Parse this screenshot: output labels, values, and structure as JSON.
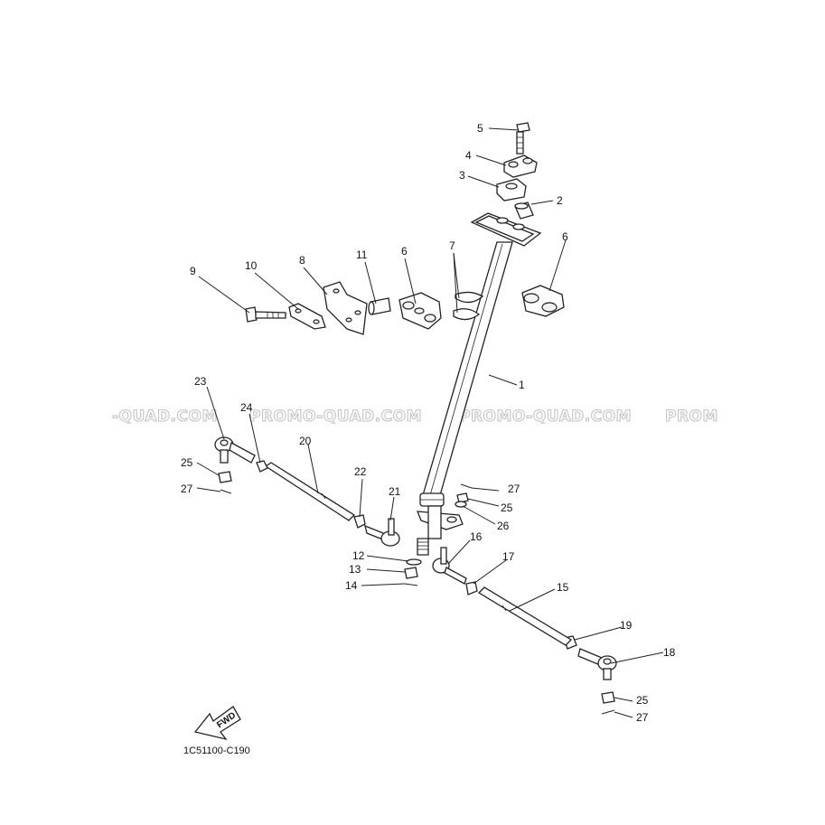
{
  "watermark": {
    "texts": [
      "-QUAD.COM",
      "PROMO-QUAD.COM",
      "PROMO-QUAD.COM",
      "PROM"
    ]
  },
  "diagram_code": "1C51100-C190",
  "fwd_label": "FWD",
  "callouts": {
    "c1": "1",
    "c2": "2",
    "c3": "3",
    "c4": "4",
    "c5": "5",
    "c6a": "6",
    "c6b": "6",
    "c7": "7",
    "c8": "8",
    "c9": "9",
    "c10": "10",
    "c11": "11",
    "c12": "12",
    "c13": "13",
    "c14": "14",
    "c15": "15",
    "c16": "16",
    "c17": "17",
    "c18": "18",
    "c19": "19",
    "c20": "20",
    "c21": "21",
    "c22": "22",
    "c23": "23",
    "c24": "24",
    "c25a": "25",
    "c25b": "25",
    "c25c": "25",
    "c26": "26",
    "c27a": "27",
    "c27b": "27",
    "c27c": "27"
  }
}
